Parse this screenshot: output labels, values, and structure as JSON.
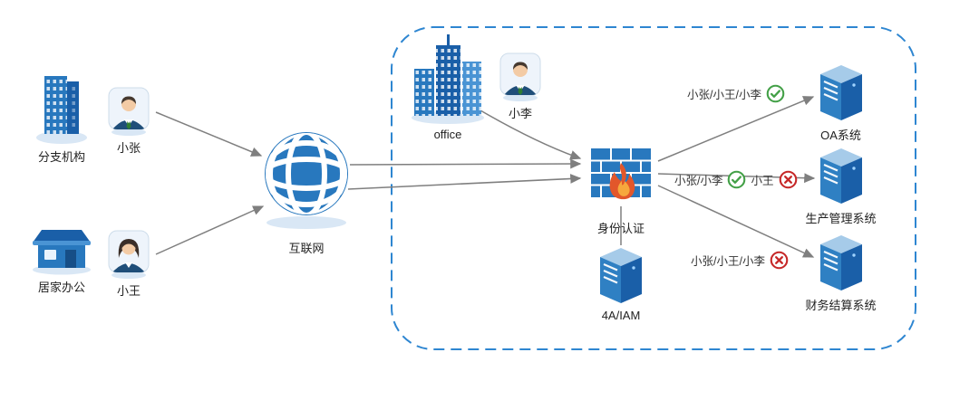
{
  "diagram": {
    "external": {
      "branch": {
        "label": "分支机构"
      },
      "user_zhang": {
        "label": "小张"
      },
      "home": {
        "label": "居家办公"
      },
      "user_wang": {
        "label": "小王"
      }
    },
    "internet": {
      "label": "互联网"
    },
    "zone": {
      "office": {
        "label": "office"
      },
      "user_li": {
        "label": "小李"
      },
      "auth": {
        "label": "身份认证"
      },
      "iam": {
        "label": "4A/IAM"
      },
      "systems": {
        "oa": {
          "label": "OA系统"
        },
        "prod": {
          "label": "生产管理系统"
        },
        "finance": {
          "label": "财务结算系统"
        }
      },
      "access": {
        "oa": {
          "users": "小张/小王/小李",
          "result_icon": "check-circle"
        },
        "prod": {
          "allowed_users": "小张/小李",
          "allowed_icon": "check-circle",
          "denied_users": "小王",
          "denied_icon": "x-circle"
        },
        "finance": {
          "users": "小张/小王/小李",
          "result_icon": "x-circle"
        }
      }
    },
    "edges": [
      {
        "from": "user_zhang",
        "to": "internet"
      },
      {
        "from": "user_wang",
        "to": "internet"
      },
      {
        "from": "internet",
        "to": "auth"
      },
      {
        "from": "internet",
        "to": "auth"
      },
      {
        "from": "office",
        "to": "auth"
      },
      {
        "from": "auth",
        "to": "iam"
      },
      {
        "from": "auth",
        "to": "system_oa"
      },
      {
        "from": "auth",
        "to": "system_prod"
      },
      {
        "from": "auth",
        "to": "system_finance"
      }
    ],
    "colors": {
      "primary_blue": "#2878be",
      "dark_blue": "#1a5fa8",
      "light_blue": "#a6cbe9",
      "zone_border_blue": "#2e86d1",
      "arrow_gray": "#7f7f7f",
      "allow_green": "#43a047",
      "deny_red": "#c62828",
      "flame_orange": "#e2572b",
      "flame_yellow": "#f6a83d"
    }
  }
}
